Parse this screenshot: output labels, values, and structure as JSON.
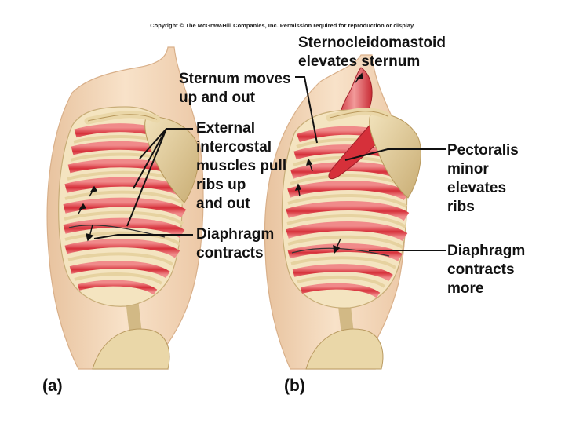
{
  "copyright": "Copyright © The McGraw-Hill Companies, Inc. Permission required for reproduction or display.",
  "panel_a": {
    "tag": "(a)",
    "labels": {
      "external_intercostal": [
        "External",
        "intercostal",
        "muscles pull",
        "ribs up",
        "and out"
      ],
      "diaphragm": [
        "Diaphragm",
        "contracts"
      ]
    }
  },
  "panel_b": {
    "tag": "(b)",
    "labels": {
      "sternocleidomastoid": [
        "Sternocleidomastoid",
        "elevates sternum"
      ],
      "sternum": [
        "Sternum moves",
        "up and out"
      ],
      "pectoralis": [
        "Pectoralis",
        "minor",
        "elevates",
        "ribs"
      ],
      "diaphragm": [
        "Diaphragm",
        "contracts",
        "more"
      ]
    }
  },
  "colors": {
    "skin": "#f6dcc2",
    "skin_shadow": "#e9c3a0",
    "bone": "#ead7a8",
    "bone_shade": "#cdb47c",
    "muscle": "#d6303a",
    "muscle_light": "#f08a8a",
    "leader": "#111111"
  }
}
